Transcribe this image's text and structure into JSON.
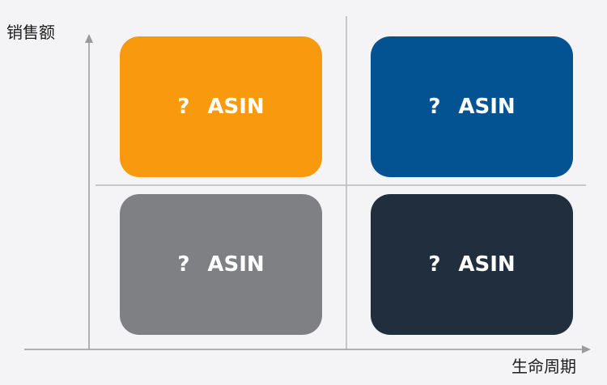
{
  "axes": {
    "y_label": "销售额",
    "x_label": "生命周期"
  },
  "quadrants": [
    {
      "id": "top-left",
      "mark": "?",
      "label": "ASIN",
      "color": "#f99a0e"
    },
    {
      "id": "top-right",
      "mark": "?",
      "label": "ASIN",
      "color": "#035393"
    },
    {
      "id": "bottom-left",
      "mark": "?",
      "label": "ASIN",
      "color": "#7f8083"
    },
    {
      "id": "bottom-right",
      "mark": "?",
      "label": "ASIN",
      "color": "#212e3e"
    }
  ],
  "colors": {
    "background": "#f4f4f6",
    "axis": "#9a9a9a",
    "divider": "#b8b8b8"
  }
}
